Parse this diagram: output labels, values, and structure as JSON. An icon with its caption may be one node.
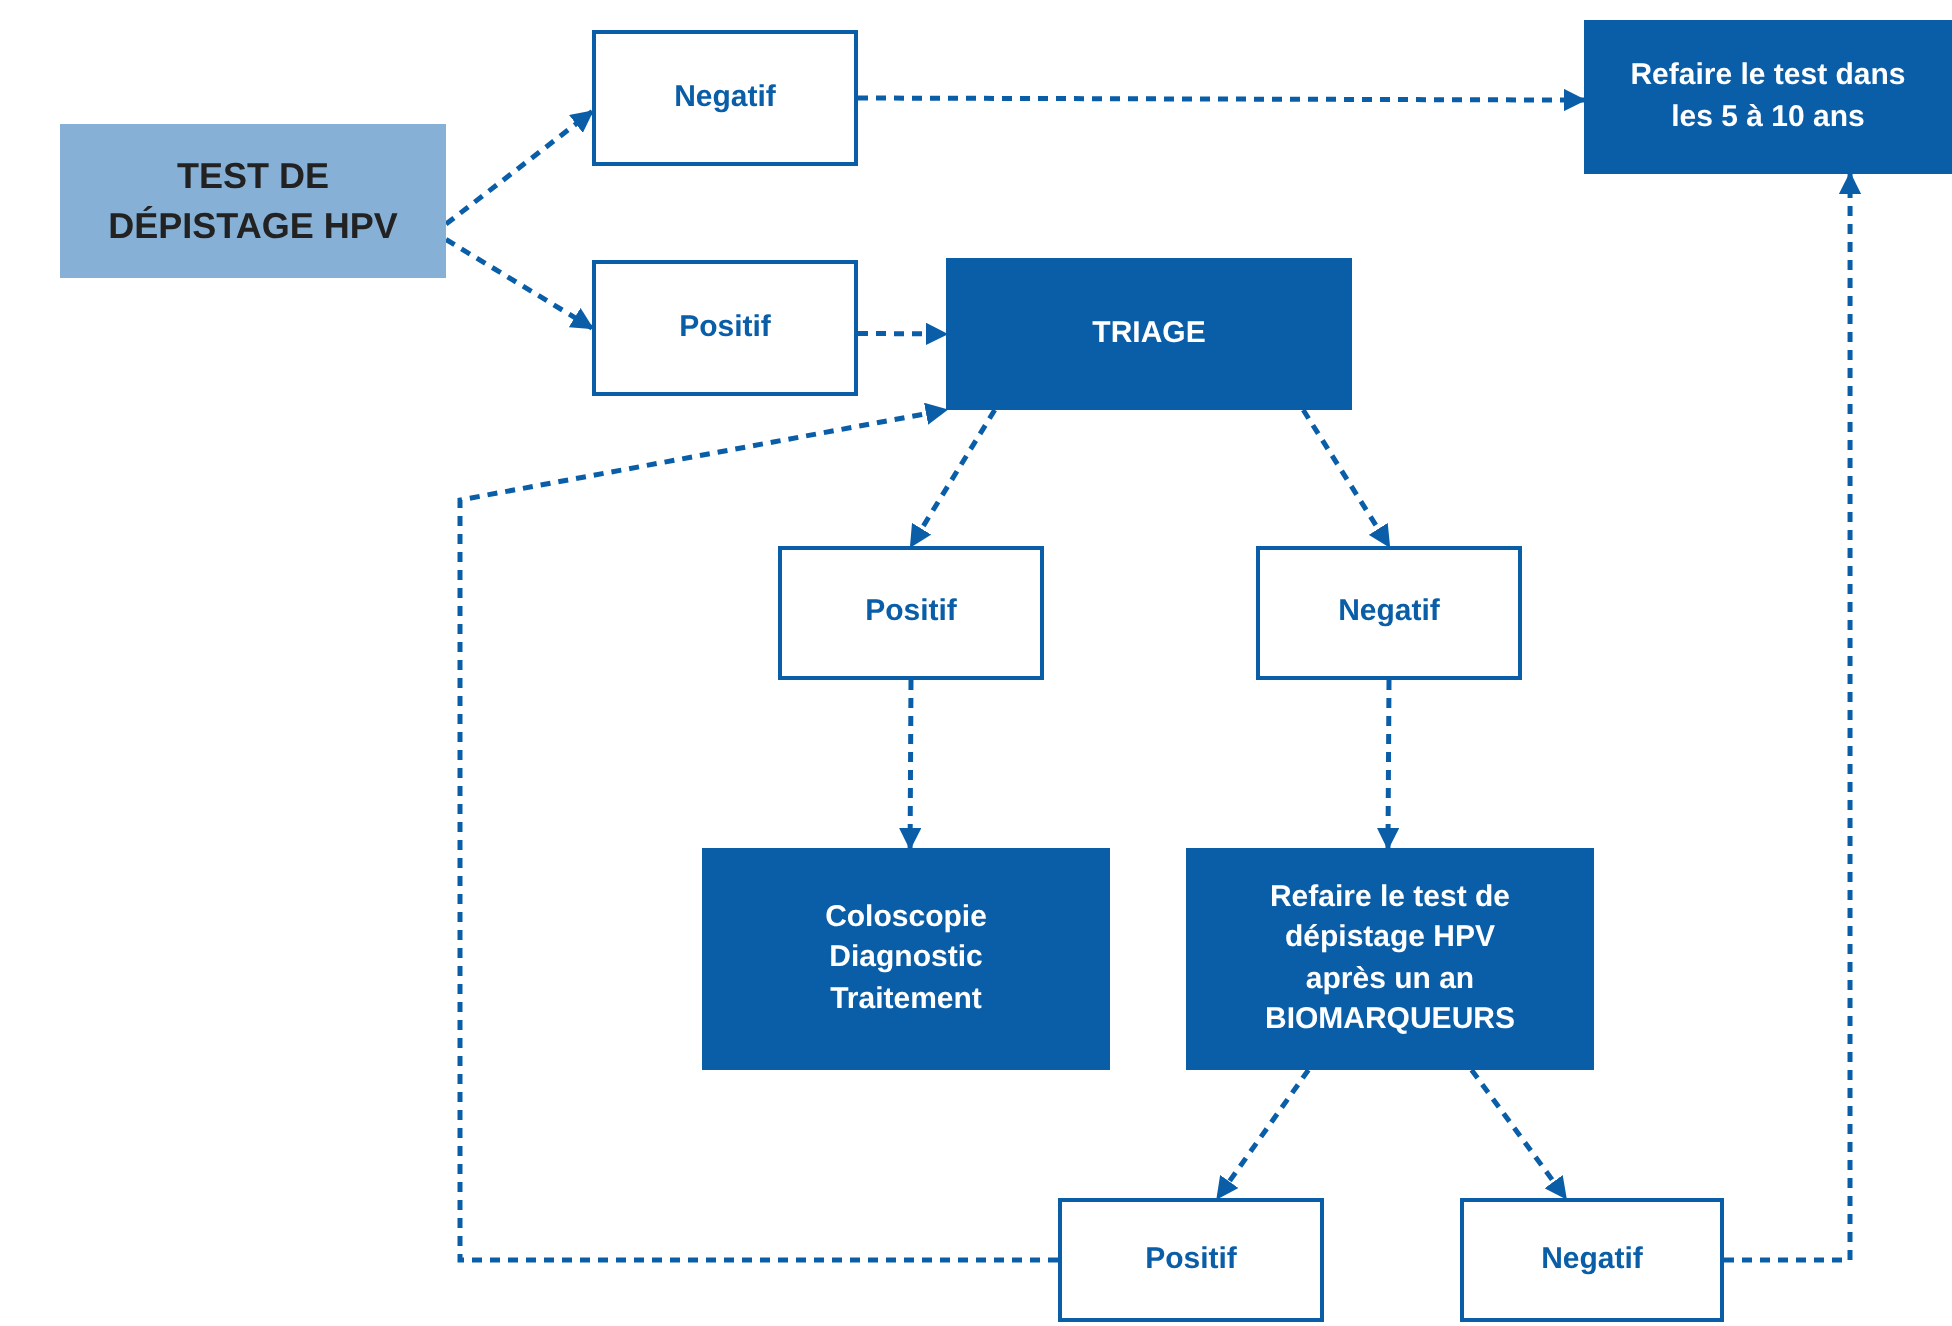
{
  "diagram": {
    "nodes": [
      {
        "text": [
          "TEST DE DÉPISTAGE HPV"
        ]
      },
      {
        "text": [
          "Negatif"
        ]
      },
      {
        "text": [
          "Refaire le test dans les 5 à 10 ans"
        ]
      },
      {
        "text": [
          "Positif"
        ]
      },
      {
        "text": [
          "TRIAGE"
        ]
      },
      {
        "text": [
          "Positif"
        ]
      },
      {
        "text": [
          "Negatif"
        ]
      },
      {
        "text": [
          "Coloscopie Diagnostic Traitement"
        ]
      },
      {
        "text": [
          "Refaire le test de dépistage HPV après un an BIOMARQUEURS"
        ]
      },
      {
        "text": [
          "Positif"
        ]
      },
      {
        "text": [
          "Negatif"
        ]
      }
    ],
    "edges": [
      {
        "from": 0,
        "to": 1,
        "arrow": "to"
      },
      {
        "from": 0,
        "to": 3,
        "arrow": "to"
      },
      {
        "from": 1,
        "to": 2,
        "arrow": "to"
      },
      {
        "from": 3,
        "to": 4,
        "arrow": "to"
      },
      {
        "from": 4,
        "to": 5,
        "arrow": "to"
      },
      {
        "from": 4,
        "to": 6,
        "arrow": "to"
      },
      {
        "from": 5,
        "to": 7,
        "arrow": "to"
      },
      {
        "from": 6,
        "to": 8,
        "arrow": "to"
      },
      {
        "from": 8,
        "to": 9,
        "arrow": "to"
      },
      {
        "from": 8,
        "to": 10,
        "arrow": "to"
      },
      {
        "from": 9,
        "to": 4,
        "arrow": "to"
      },
      {
        "from": 10,
        "to": 2,
        "arrow": "to"
      }
    ]
  }
}
